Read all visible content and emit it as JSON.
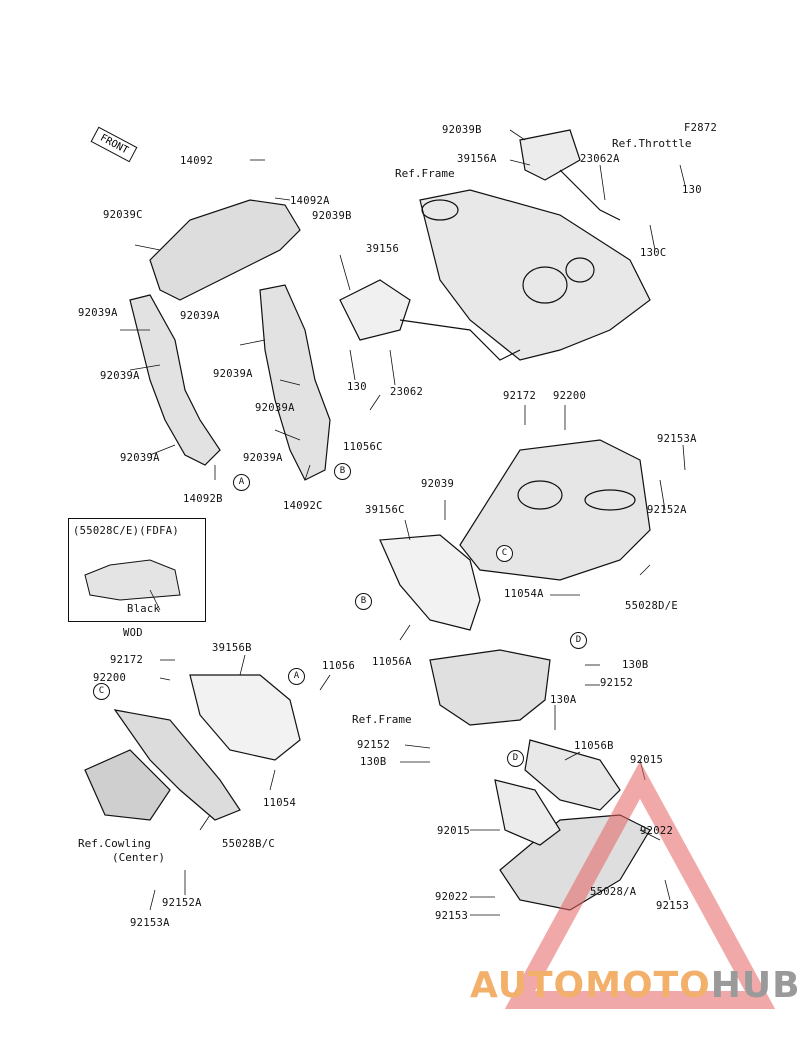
{
  "figure_code": "F2872",
  "front_label": "FRONT",
  "watermark": {
    "part1": "AUTOMOTO",
    "part2": "HUB",
    "color_orange": "#f2b06a",
    "color_grey": "#9a9a9a",
    "triangle_color": "#e46060"
  },
  "inset": {
    "title": "(55028C/E)(FDFA)",
    "color_label": "Black",
    "below_label": "WOD"
  },
  "notes": {
    "ref_frame_top": "Ref.Frame",
    "ref_throttle": "Ref.Throttle",
    "ref_frame_mid": "Ref.Frame",
    "ref_cowling_1": "Ref.Cowling",
    "ref_cowling_2": "(Center)"
  },
  "callouts": {
    "A": "A",
    "B": "B",
    "C": "C",
    "D": "D"
  },
  "labels": {
    "l_14092": "14092",
    "l_14092A": "14092A",
    "l_92039C": "92039C",
    "l_92039B_1": "92039B",
    "l_92039A_1": "92039A",
    "l_92039A_2": "92039A",
    "l_92039A_3": "92039A",
    "l_92039A_4": "92039A",
    "l_92039A_5": "92039A",
    "l_92039A_6": "92039A",
    "l_92039A_7": "92039A",
    "l_14092B": "14092B",
    "l_14092C": "14092C",
    "l_11056C": "11056C",
    "l_39156": "39156",
    "l_130_1": "130",
    "l_23062": "23062",
    "l_92039B_2": "92039B",
    "l_39156A": "39156A",
    "l_23062A": "23062A",
    "l_130_2": "130",
    "l_130C": "130C",
    "l_92172_1": "92172",
    "l_92200_1": "92200",
    "l_92153A_1": "92153A",
    "l_92152A_1": "92152A",
    "l_92039": "92039",
    "l_39156C": "39156C",
    "l_11054A": "11054A",
    "l_55028DE": "55028D/E",
    "l_11056A": "11056A",
    "l_39156B": "39156B",
    "l_92172_2": "92172",
    "l_92200_2": "92200",
    "l_11056": "11056",
    "l_11054": "11054",
    "l_55028BC": "55028B/C",
    "l_92152A_2": "92152A",
    "l_92153A_2": "92153A",
    "l_130B_1": "130B",
    "l_92152_1": "92152",
    "l_130A": "130A",
    "l_92152_2": "92152",
    "l_130B_2": "130B",
    "l_11056B": "11056B",
    "l_92015_1": "92015",
    "l_92015_2": "92015",
    "l_92022_1": "92022",
    "l_92022_2": "92022",
    "l_55028A": "55028/A",
    "l_92153_1": "92153",
    "l_92153_2": "92153"
  }
}
